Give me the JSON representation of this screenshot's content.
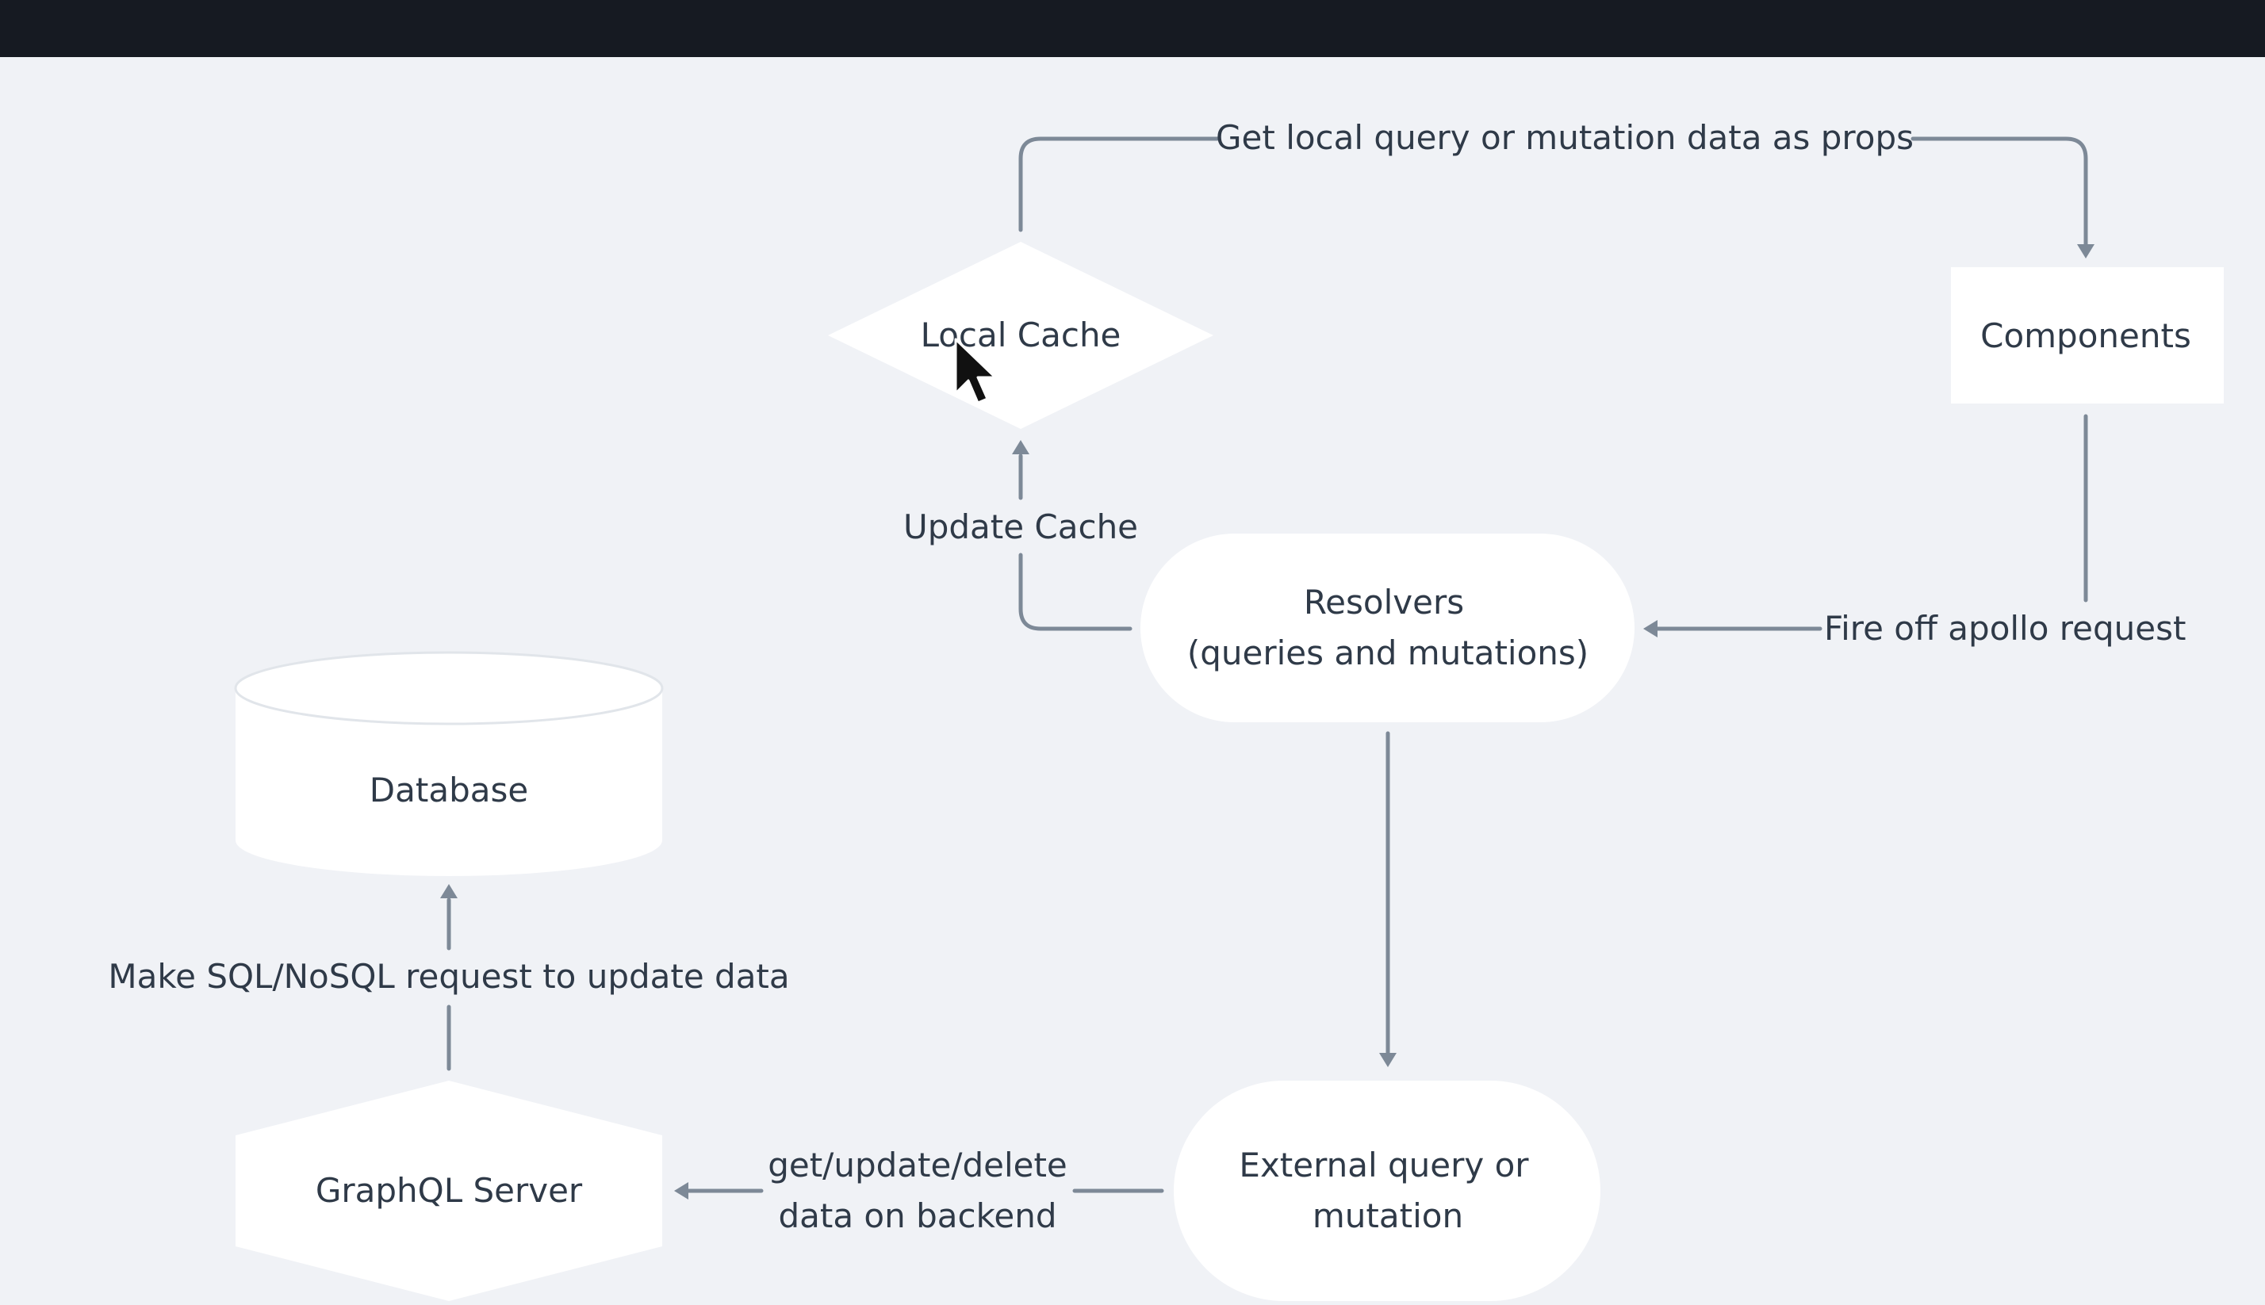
{
  "nodes": {
    "local_cache": {
      "label": "Local Cache"
    },
    "components": {
      "label": "Components"
    },
    "resolvers": {
      "label_line1": "Resolvers",
      "label_line2": "(queries and mutations)"
    },
    "database": {
      "label": "Database"
    },
    "graphql_server": {
      "label": "GraphQL Server"
    },
    "external": {
      "label_line1": "External query or",
      "label_line2": "mutation"
    }
  },
  "edges": {
    "cache_to_components": "Get local query or mutation data as props",
    "components_to_resolvers": "Fire off apollo request",
    "resolvers_to_cache": "Update Cache",
    "server_to_database": "Make SQL/NoSQL request to update data",
    "external_to_server_line1": "get/update/delete",
    "external_to_server_line2": "data on backend"
  },
  "colors": {
    "background": "#f0f2f6",
    "top_bar": "#161a22",
    "node_fill": "#ffffff",
    "edge": "#7d8997",
    "text": "#2f3a48"
  }
}
